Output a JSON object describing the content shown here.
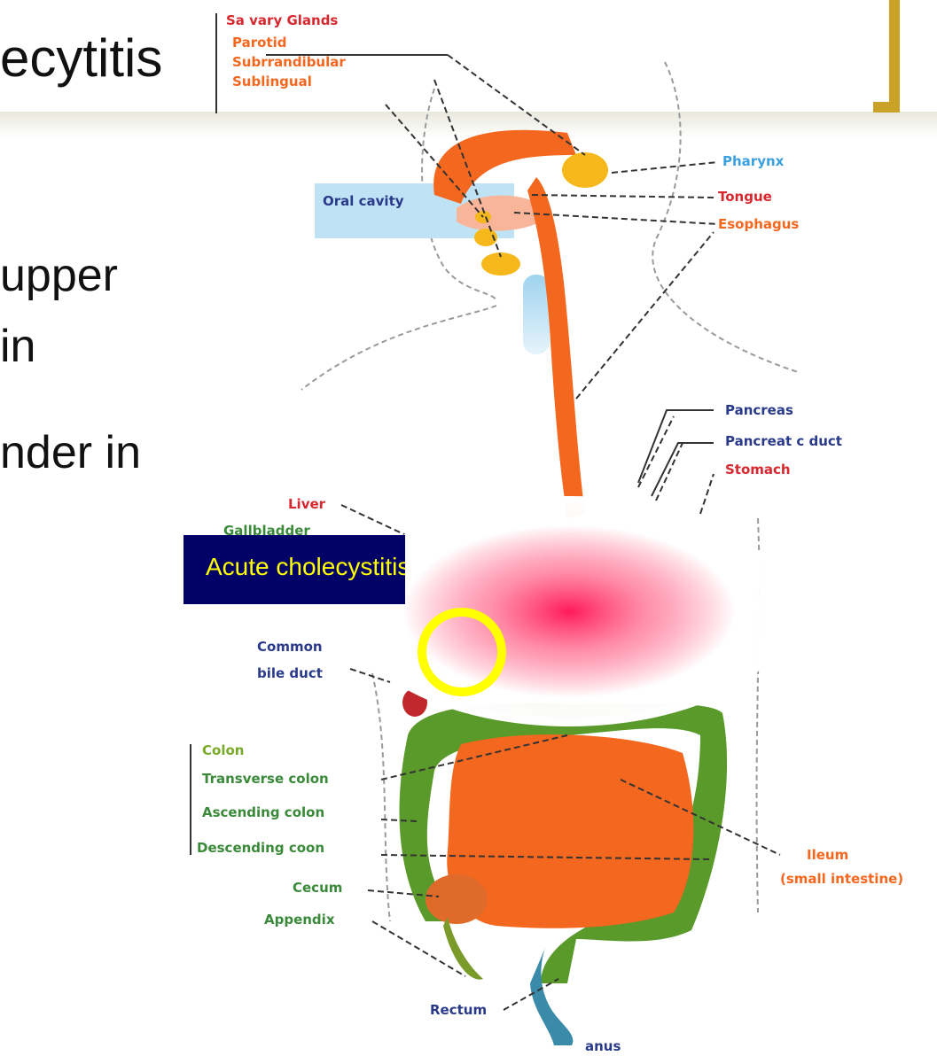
{
  "slide": {
    "title_fragment": "ecytitis",
    "body_lines": [
      "upper",
      "in",
      "nder in"
    ],
    "callout": "Acute cholecystitis"
  },
  "labels": {
    "salivary_glands": "Sa vary Glands",
    "parotid": "Parotid",
    "submandibular": "Subrrandibular",
    "sublingual": "Sublingual",
    "oral_cavity": "Oral cavity",
    "pharynx": "Pharynx",
    "tongue": "Tongue",
    "esophagus": "Esophagus",
    "pancreas": "Pancreas",
    "pancreatic_duct": "Pancreat c duct",
    "stomach": "Stomach",
    "liver": "Liver",
    "gallbladder": "Gallbladder",
    "common_bile_duct_1": "Common",
    "common_bile_duct_2": "bile duct",
    "colon": "Colon",
    "transverse_colon": "Transverse colon",
    "ascending_colon": "Ascending colon",
    "descending_colon": "Descending coon",
    "cecum": "Cecum",
    "appendix": "Appendix",
    "rectum": "Rectum",
    "anus": "anus",
    "ileum": "Ileum",
    "small_intestine": "(small intestine)"
  },
  "colors": {
    "organ_orange": "#f4671f",
    "gland_yellow": "#f6b81a",
    "colon_green": "#5a9a2a",
    "callout_bg": "#000066",
    "callout_text": "#ffff00",
    "highlight_ring": "#ffff00",
    "pain_glow": "#ff1a5a",
    "bracket_gold": "#c9a227",
    "label_red": "#d6282e",
    "label_orange": "#f4671f",
    "label_blue": "#3aa0e0",
    "label_navy": "#2a3a8a",
    "label_green": "#3a8a3a"
  }
}
